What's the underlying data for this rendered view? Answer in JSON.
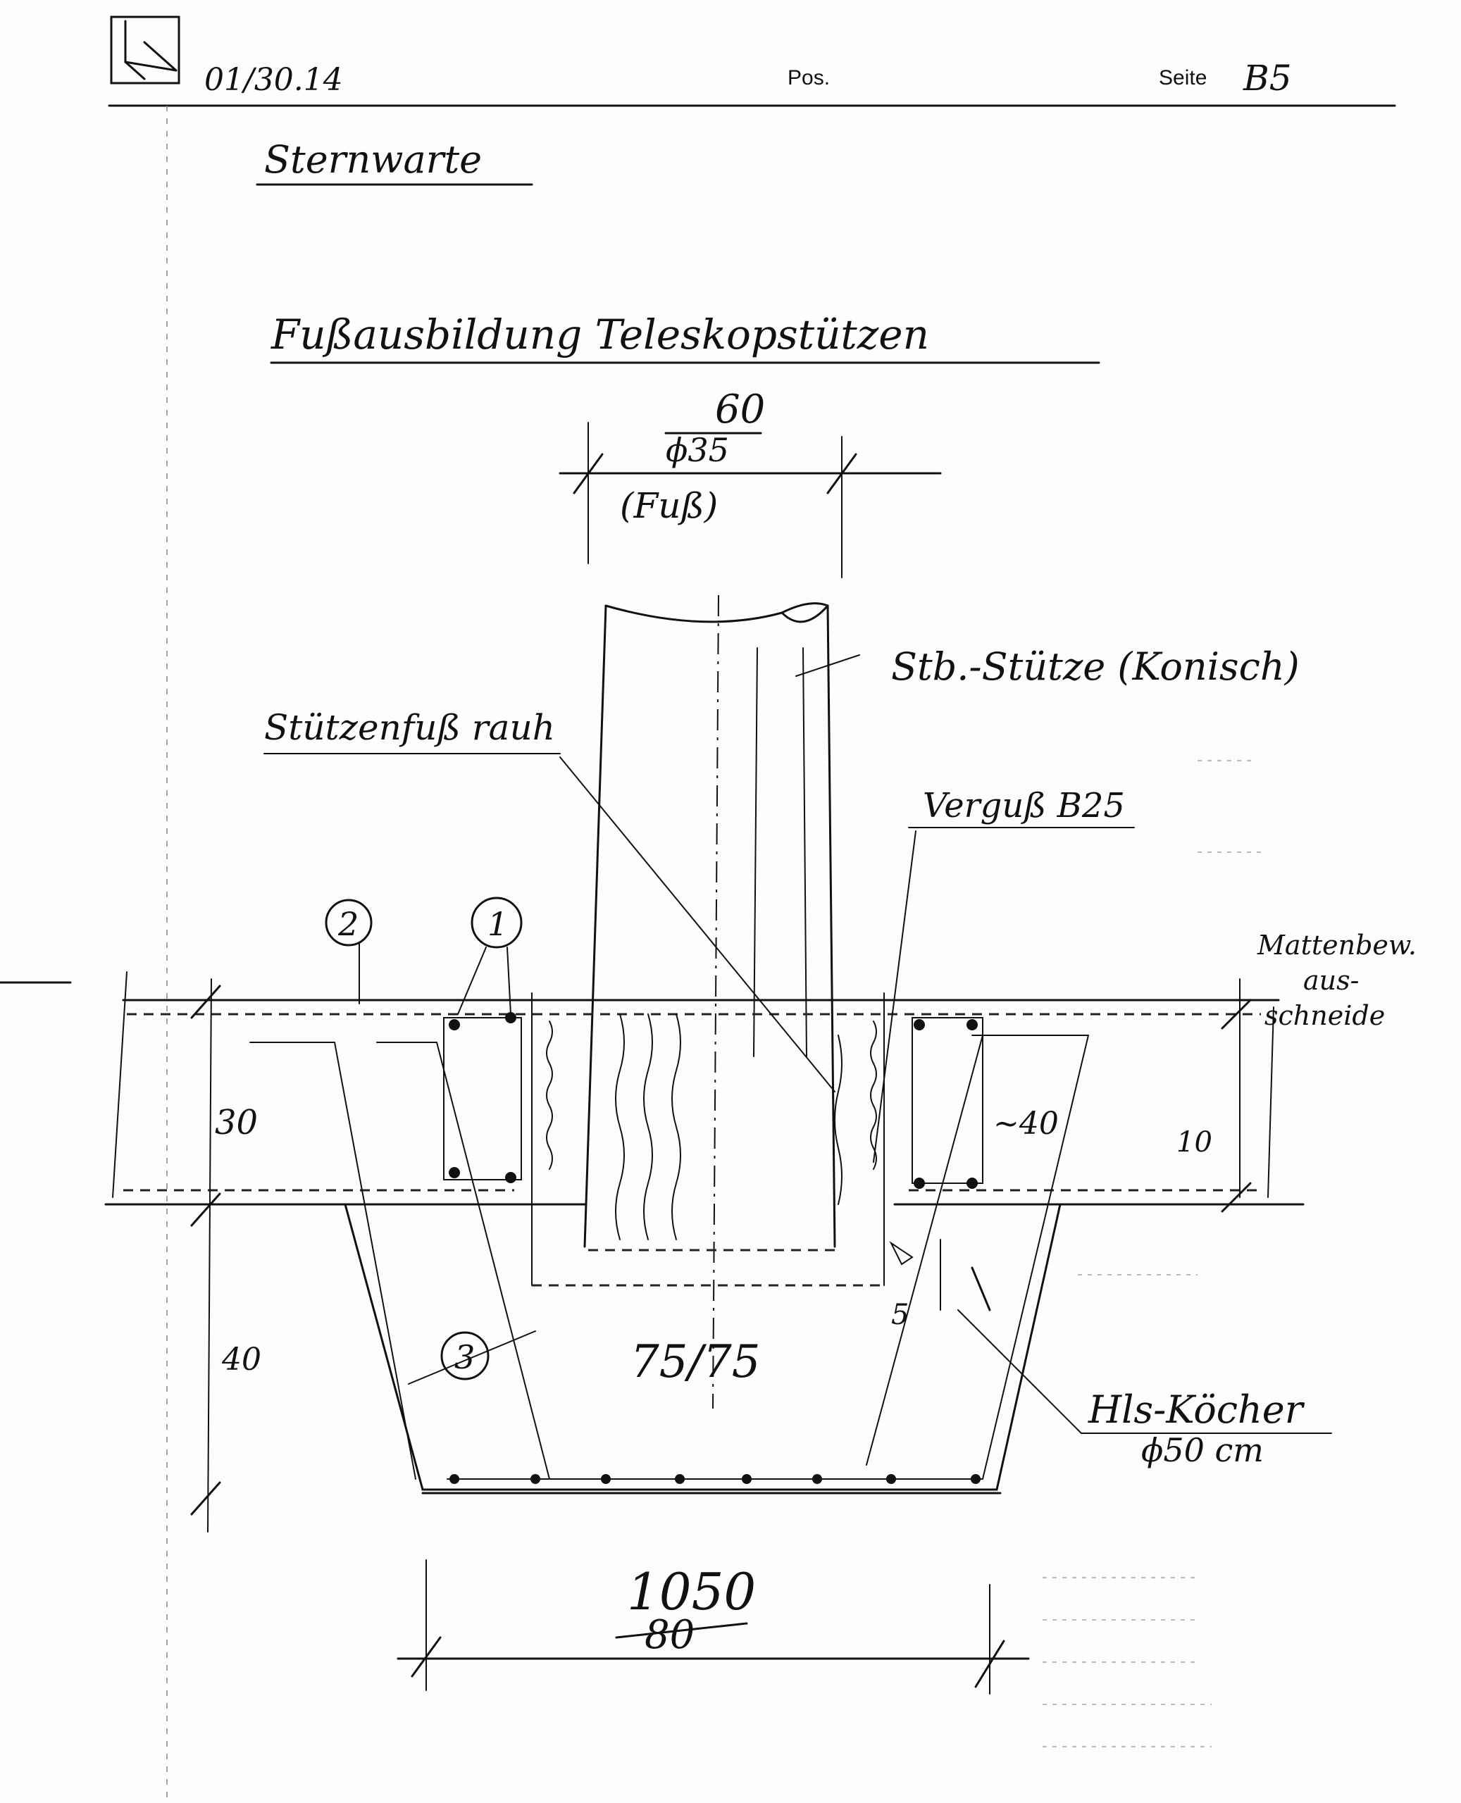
{
  "header": {
    "date": "01/30.14",
    "pos_label": "Pos.",
    "page_label": "Seite",
    "page_number": "B5"
  },
  "project": {
    "title": "Sternwarte"
  },
  "drawing": {
    "title": "Fußausbildung Teleskopstützen",
    "top_dim_value": "60",
    "top_dim_struck": "ϕ35",
    "top_dim_note": "(Fuß)",
    "label_column": "Stb.-Stütze (Konisch)",
    "label_foot": "Stützenfuß rauh",
    "label_grout": "Verguß B25",
    "label_mat": [
      "Mattenbew.",
      "aus-",
      "schneide"
    ],
    "marker_1": "1",
    "marker_2": "2",
    "marker_3": "3",
    "dim_slab": "30",
    "dim_lower": "40",
    "dim_right": "~40",
    "dim_right_small": "10",
    "pocket_size": "75/75",
    "dim_gap": "5",
    "label_pocket": "Hls-Köcher",
    "label_pocket_dia": "ϕ50 cm",
    "bottom_dim_value": "1050",
    "bottom_dim_struck": "80"
  }
}
